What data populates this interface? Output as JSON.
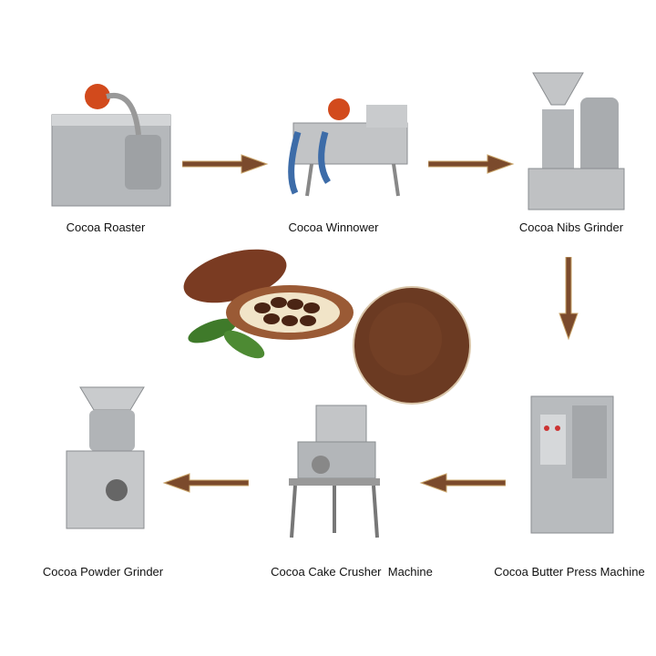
{
  "steps": [
    {
      "label": "Cocoa Roaster"
    },
    {
      "label": "Cocoa Winnower"
    },
    {
      "label": "Cocoa Nibs Grinder"
    },
    {
      "label": "Cocoa Butter Press Machine"
    },
    {
      "label": "Cocoa Cake Crusher  Machine"
    },
    {
      "label": "Cocoa Powder Grinder"
    }
  ],
  "colors": {
    "arrow": "#7b4a2c",
    "arrow_outline": "#c9a46a",
    "steel": "#b9bcbf",
    "powder": "#6b3a22",
    "pod": "#7a3b22"
  }
}
